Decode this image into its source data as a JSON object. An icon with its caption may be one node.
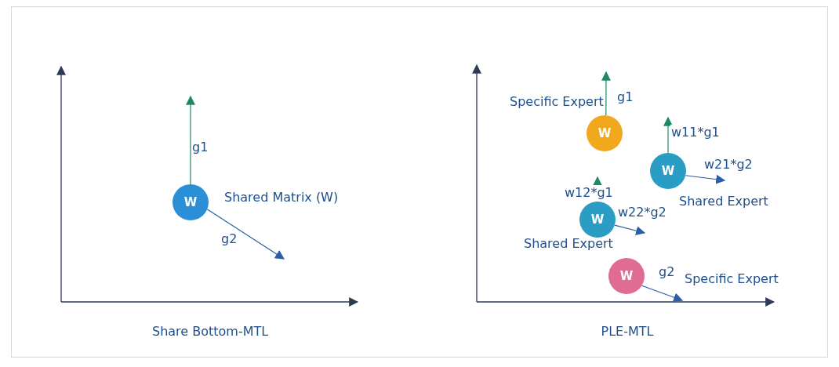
{
  "diagram": {
    "nodes": [
      {
        "text": [
          "W"
        ],
        "beside": [
          "Shared Matrix  (W)"
        ]
      },
      {
        "text": [
          "W"
        ],
        "beside": [
          "Specific Expert"
        ]
      },
      {
        "text": [
          "W"
        ],
        "beside": [
          "Shared Expert"
        ]
      },
      {
        "text": [
          "W"
        ],
        "beside": [
          "Shared Expert"
        ]
      },
      {
        "text": [
          "W"
        ],
        "beside": [
          "Specific Expert"
        ]
      }
    ],
    "edges": [
      {
        "from": 0,
        "to": null,
        "arrow": "to",
        "label": "g1",
        "color": "#1e8a64"
      },
      {
        "from": 0,
        "to": null,
        "arrow": "to",
        "label": "g2"
      },
      {
        "from": 1,
        "to": null,
        "arrow": "to",
        "label": "g1",
        "color": "#1e8a64"
      },
      {
        "from": 2,
        "to": null,
        "arrow": "to",
        "label": "w11*g1",
        "color": "#1e8a64"
      },
      {
        "from": 2,
        "to": null,
        "arrow": "to",
        "label": "w21*g2"
      },
      {
        "from": 3,
        "to": null,
        "arrow": "to",
        "label": "w12*g1",
        "color": "#1e8a64"
      },
      {
        "from": 3,
        "to": null,
        "arrow": "to",
        "label": "w22*g2"
      },
      {
        "from": 4,
        "to": null,
        "arrow": "to",
        "label": "g2"
      }
    ],
    "labels": [
      "Share Bottom-MTL",
      "PLE-MTL"
    ]
  }
}
